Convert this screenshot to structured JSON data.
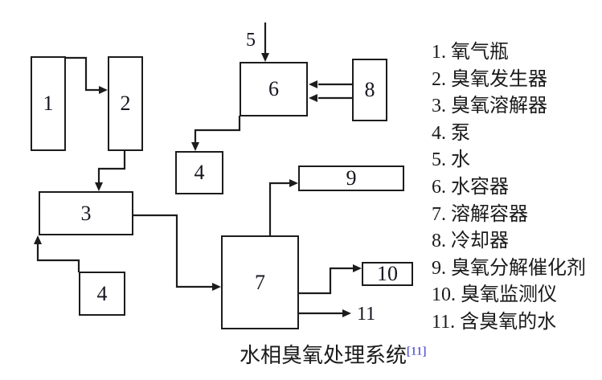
{
  "colors": {
    "line": "#1c1c1c",
    "text": "#1a1a1a",
    "reference_blue": "#2323c8",
    "background": "#ffffff"
  },
  "diagram": {
    "boxes": {
      "b1": {
        "label": "1"
      },
      "b2": {
        "label": "2"
      },
      "b3": {
        "label": "3"
      },
      "b4_mid": {
        "label": "4"
      },
      "b4_left": {
        "label": "4"
      },
      "b6": {
        "label": "6"
      },
      "b7": {
        "label": "7"
      },
      "b8": {
        "label": "8"
      },
      "b9": {
        "label": "9"
      },
      "b10": {
        "label": "10"
      }
    },
    "flow_labels": {
      "water_inlet": "5",
      "ozonated_water_outlet": "11"
    }
  },
  "legend": {
    "items": [
      "1. 氧气瓶",
      "2. 臭氧发生器",
      "3. 臭氧溶解器",
      "4. 泵",
      "5. 水",
      "6. 水容器",
      "7. 溶解容器",
      "8. 冷却器",
      "9. 臭氧分解催化剂",
      "10. 臭氧监测仪",
      "11. 含臭氧的水"
    ]
  },
  "caption": {
    "text": "水相臭氧处理系统",
    "reference": "[11]"
  }
}
